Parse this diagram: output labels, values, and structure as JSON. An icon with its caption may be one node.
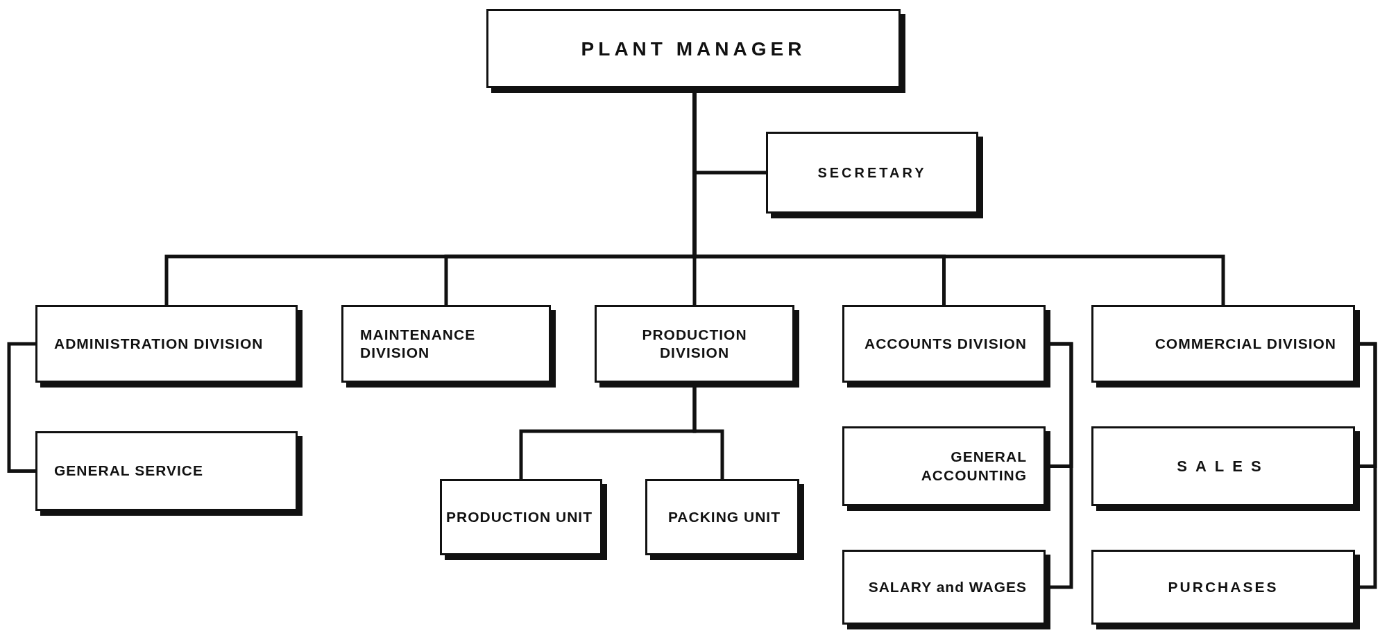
{
  "diagram": {
    "nodes": [
      {
        "text": [
          "PLANT MANAGER"
        ]
      },
      {
        "text": [
          "SECRETARY"
        ]
      },
      {
        "text": [
          "ADMINISTRATION DIVISION"
        ]
      },
      {
        "text": [
          "MAINTENANCE DIVISION"
        ]
      },
      {
        "text": [
          "PRODUCTION DIVISION"
        ]
      },
      {
        "text": [
          "ACCOUNTS DIVISION"
        ]
      },
      {
        "text": [
          "COMMERCIAL DIVISION"
        ]
      },
      {
        "text": [
          "GENERAL SERVICE"
        ]
      },
      {
        "text": [
          "PRODUCTION UNIT"
        ]
      },
      {
        "text": [
          "PACKING UNIT"
        ]
      },
      {
        "text": [
          "GENERAL ACCOUNTING"
        ]
      },
      {
        "text": [
          "SALARY and WAGES"
        ]
      },
      {
        "text": [
          "SALES"
        ]
      },
      {
        "text": [
          "PURCHASES"
        ]
      }
    ],
    "edges": [
      {
        "from": 0,
        "to": 1,
        "arrow": "none"
      },
      {
        "from": 0,
        "to": 2,
        "arrow": "none"
      },
      {
        "from": 0,
        "to": 3,
        "arrow": "none"
      },
      {
        "from": 0,
        "to": 4,
        "arrow": "none"
      },
      {
        "from": 0,
        "to": 5,
        "arrow": "none"
      },
      {
        "from": 0,
        "to": 6,
        "arrow": "none"
      },
      {
        "from": 2,
        "to": 7,
        "arrow": "none"
      },
      {
        "from": 4,
        "to": 8,
        "arrow": "none"
      },
      {
        "from": 4,
        "to": 9,
        "arrow": "none"
      },
      {
        "from": 5,
        "to": 10,
        "arrow": "none"
      },
      {
        "from": 5,
        "to": 11,
        "arrow": "none"
      },
      {
        "from": 6,
        "to": 12,
        "arrow": "none"
      },
      {
        "from": 6,
        "to": 13,
        "arrow": "none"
      }
    ]
  }
}
